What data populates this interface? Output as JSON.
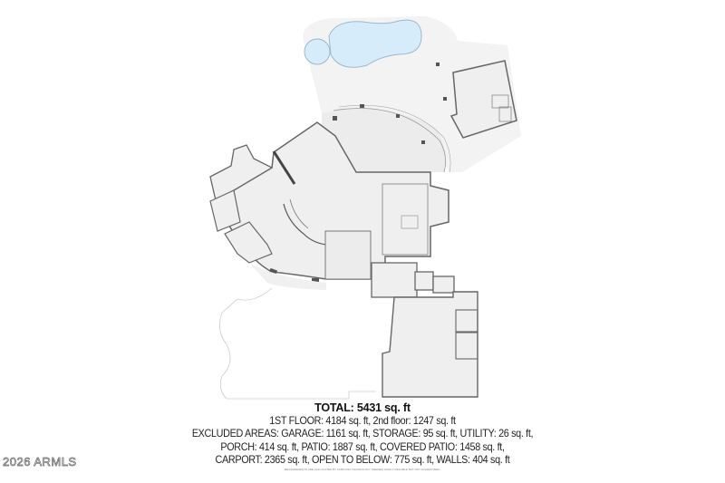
{
  "floorplan": {
    "summary": {
      "total": "TOTAL: 5431 sq. ft",
      "floors": "1ST FLOOR: 4184 sq. ft, 2nd floor: 1247 sq. ft",
      "excluded_line1": "EXCLUDED AREAS: GARAGE: 1161 sq. ft, STORAGE: 95 sq. ft, UTILITY: 26 sq. ft,",
      "excluded_line2": "PORCH: 414 sq. ft, PATIO: 1887 sq. ft, COVERED PATIO: 1458 sq. ft,",
      "excluded_line3": "CARPORT: 2365 sq. ft, OPEN TO BELOW: 775 sq. ft, WALLS: 404 sq. ft",
      "disclaimer": "MEASUREMENTS ARE CALCULATED BY CUBICASA TECHNOLOGY. DEEMED HIGHLY RELIABLE BUT NOT GUARANTEED."
    },
    "watermark": "2026 ARMLS",
    "colors": {
      "floor": "#efefef",
      "patio": "#f4f4f4",
      "wall": "#6b6b6b",
      "pool": "#d6ecfb",
      "pool_edge": "#9cb8cc"
    }
  }
}
